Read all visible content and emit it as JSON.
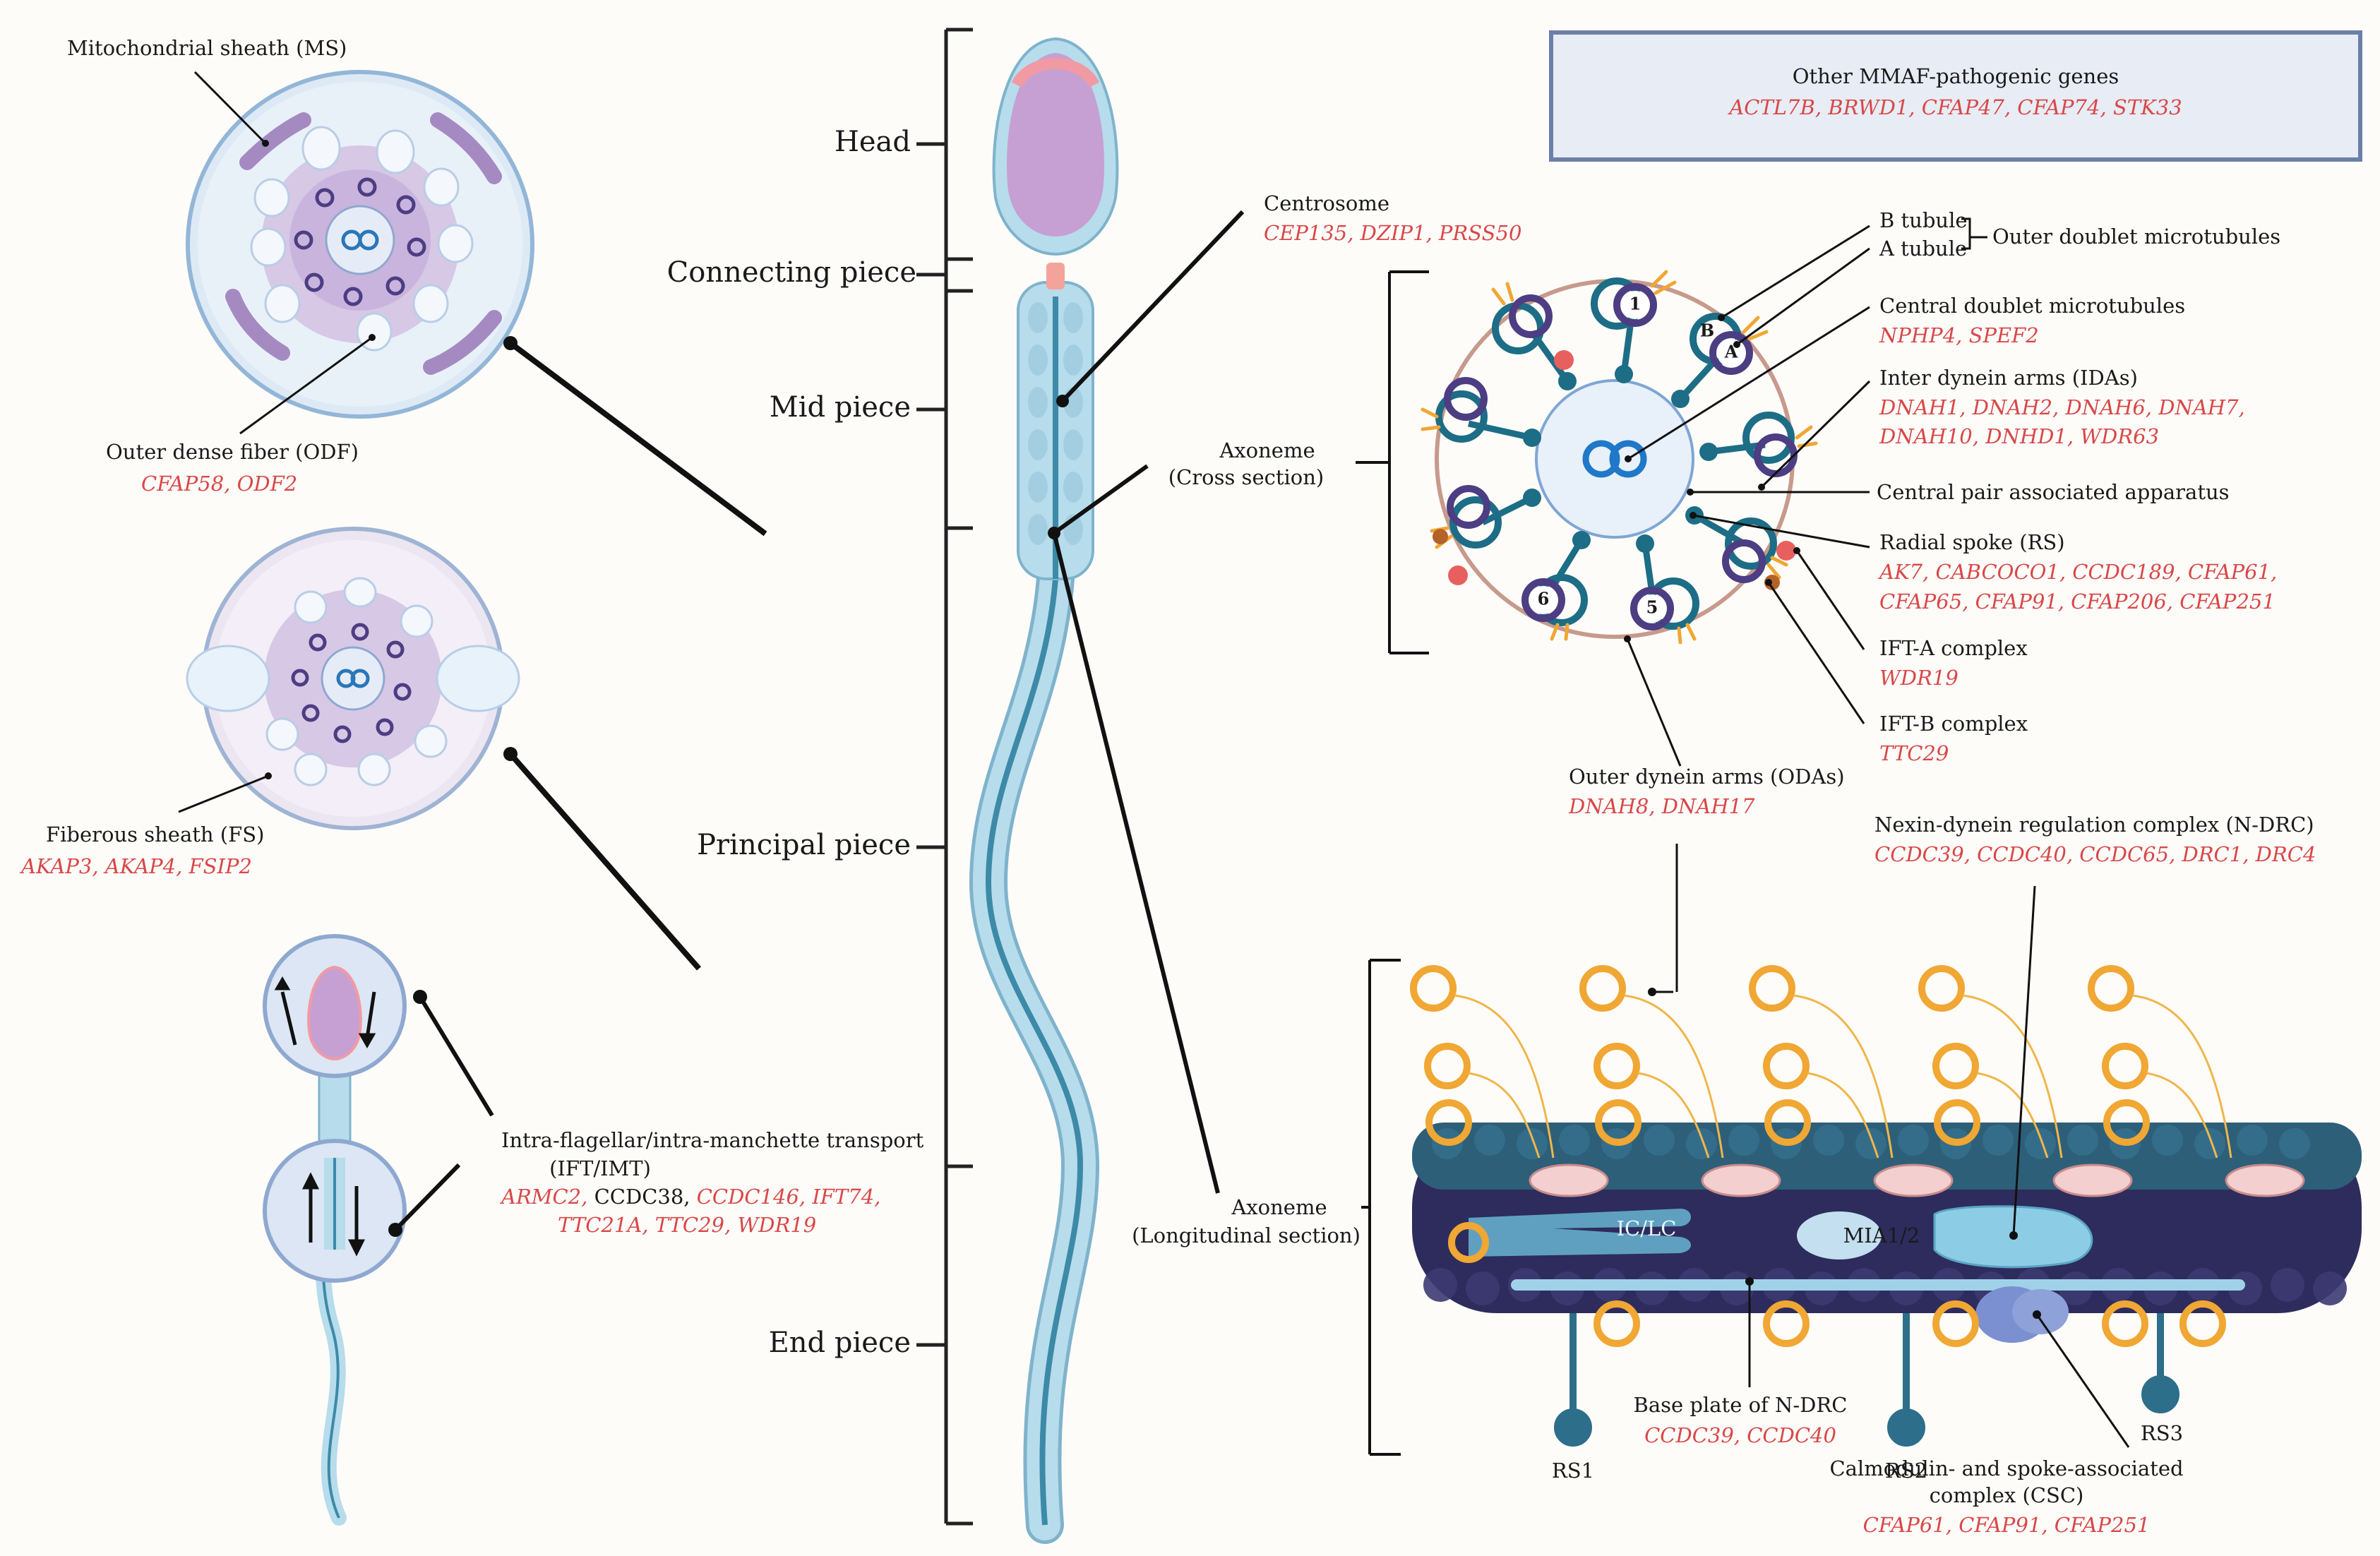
{
  "colors": {
    "gene_red": "#d84848",
    "sperm_blue": "#a9d6e6",
    "head_purple": "#c6a0d2",
    "axoneme_navy": "#2d2c5c",
    "doublet_teal": "#1d6d86",
    "dynein_orange": "#f0a733",
    "box_border": "#6b7fa8"
  },
  "regions": {
    "head": "Head",
    "connecting": "Connecting piece",
    "mid": "Mid piece",
    "principal": "Principal piece",
    "end": "End piece"
  },
  "mmaf_box": {
    "title": "Other MMAF-pathogenic genes",
    "genes": "ACTL7B, BRWD1, CFAP47, CFAP74, STK33"
  },
  "left": {
    "ms": {
      "label": "Mitochondrial sheath (MS)"
    },
    "odf": {
      "label": "Outer dense fiber (ODF)",
      "genes": "CFAP58, ODF2"
    },
    "fs": {
      "label": "Fiberous sheath (FS)",
      "genes": "AKAP3, AKAP4, FSIP2"
    },
    "ift": {
      "line1": "Intra-flagellar/intra-manchette transport",
      "line2": "(IFT/IMT)",
      "genes_line1_a": "ARMC2, ",
      "genes_line1_b": "CCDC38, ",
      "genes_line1_c": "CCDC146, IFT74,",
      "genes_line2": "TTC21A, TTC29, WDR19"
    }
  },
  "centrosome": {
    "label": "Centrosome",
    "genes": "CEP135, DZIP1, PRSS50"
  },
  "axoneme_cross": {
    "line1": "Axoneme",
    "line2": "(Cross section)"
  },
  "axoneme_long": {
    "line1": "Axoneme",
    "line2": "(Longitudinal section)"
  },
  "doublet_numbers": [
    "1",
    "5",
    "6"
  ],
  "tubule_letters": {
    "a": "A",
    "b": "B"
  },
  "cross_labels": {
    "b_tubule": "B tubule",
    "a_tubule": "A tubule",
    "outer_doublet": "Outer doublet microtubules",
    "central_doublet": "Central doublet microtubules",
    "central_doublet_genes": "NPHP4, SPEF2",
    "ida": "Inter dynein arms (IDAs)",
    "ida_genes_1": "DNAH1, DNAH2, DNAH6, DNAH7,",
    "ida_genes_2": "DNAH10, DNHD1, WDR63",
    "cpa": "Central pair associated apparatus",
    "rs": "Radial spoke (RS)",
    "rs_genes_1": "AK7, CABCOCO1, CCDC189, CFAP61,",
    "rs_genes_2": "CFAP65, CFAP91, CFAP206, CFAP251",
    "ifta": "IFT-A complex",
    "ifta_genes": "WDR19",
    "iftb": "IFT-B complex",
    "iftb_genes": "TTC29",
    "oda": "Outer dynein arms (ODAs)",
    "oda_genes": "DNAH8, DNAH17"
  },
  "long_labels": {
    "ndrc": "Nexin-dynein regulation complex (N-DRC)",
    "ndrc_genes": "CCDC39, CCDC40, CCDC65, DRC1, DRC4",
    "iclc": "IC/LC",
    "mia": "MIA1/2",
    "baseplate": "Base plate of N-DRC",
    "baseplate_genes": "CCDC39, CCDC40",
    "rs1": "RS1",
    "rs2": "RS2",
    "rs3": "RS3",
    "csc_1": "Calmodulin- and spoke-associated",
    "csc_2": "complex (CSC)",
    "csc_genes": "CFAP61, CFAP91, CFAP251"
  }
}
